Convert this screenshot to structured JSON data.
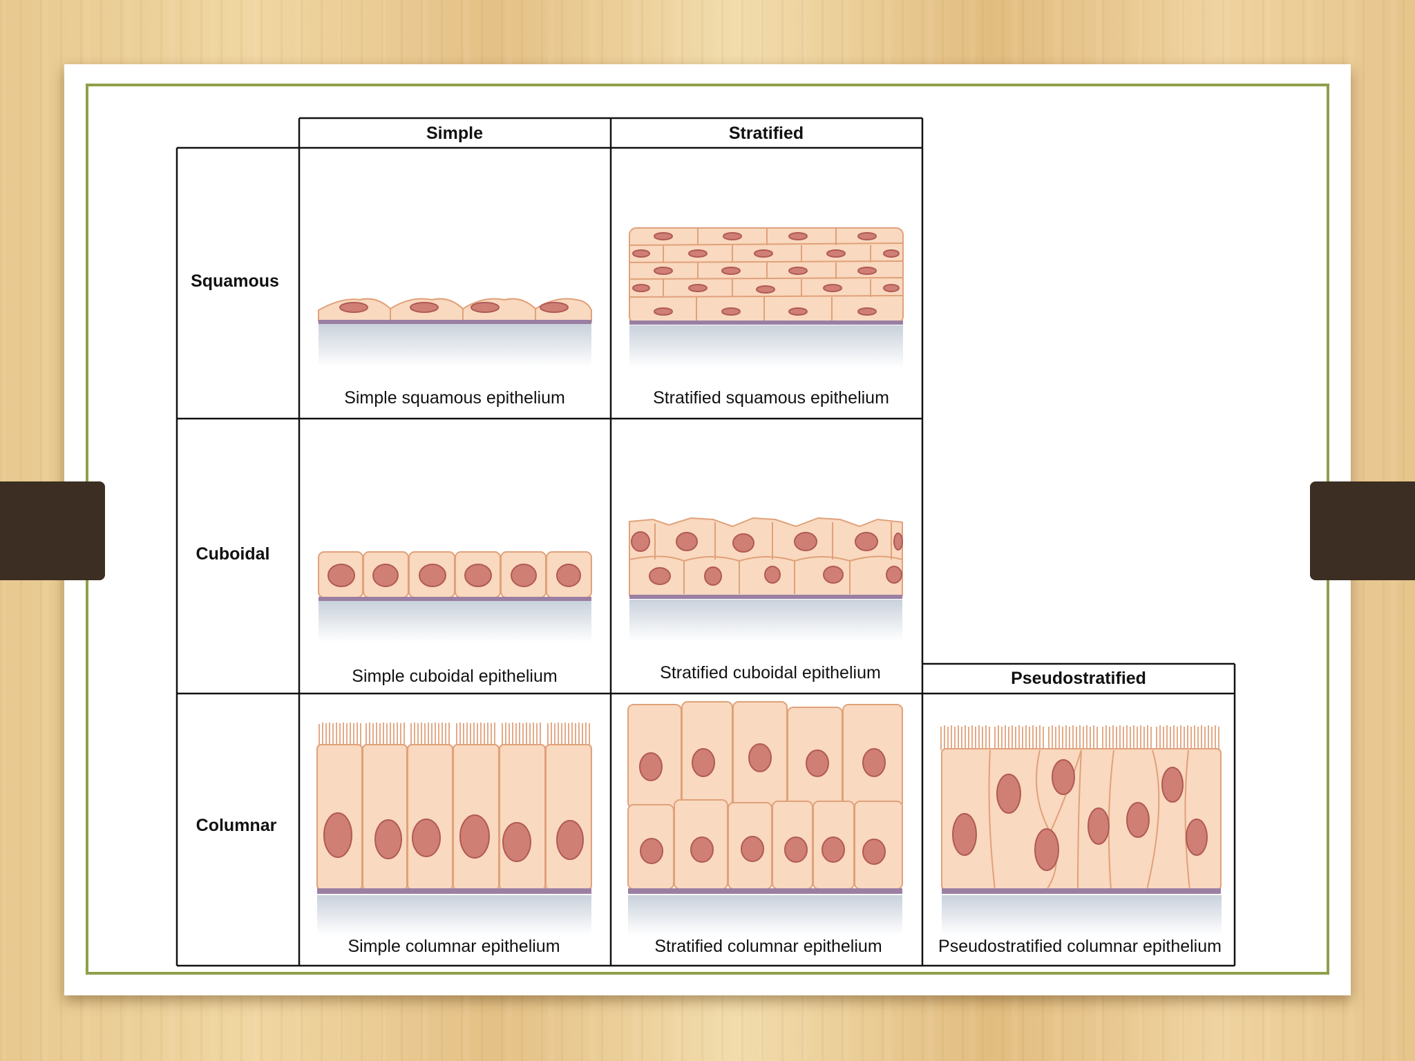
{
  "columns": {
    "simple": "Simple",
    "stratified": "Stratified",
    "pseudostratified": "Pseudostratified"
  },
  "rows": {
    "squamous": "Squamous",
    "cuboidal": "Cuboidal",
    "columnar": "Columnar"
  },
  "captions": {
    "simple_squamous": "Simple squamous epithelium",
    "stratified_squamous": "Stratified squamous epithelium",
    "simple_cuboidal": "Simple cuboidal epithelium",
    "stratified_cuboidal": "Stratified cuboidal epithelium",
    "simple_columnar": "Simple columnar epithelium",
    "stratified_columnar": "Stratified columnar epithelium",
    "pseudostratified_columnar": "Pseudostratified columnar epithelium"
  },
  "colors": {
    "cell_fill": "#f9d9bf",
    "cell_stroke": "#e0a17a",
    "nucleus_fill": "#d07f75",
    "nucleus_stroke": "#b05a55",
    "basement": "#9a7fa3",
    "frame_green": "#8da04a"
  }
}
